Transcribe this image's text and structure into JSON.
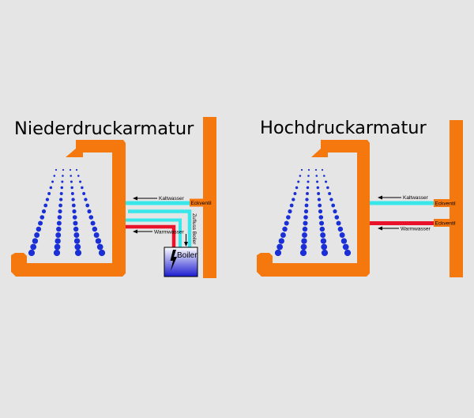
{
  "colors": {
    "background": "#e5e5e5",
    "fixture": "#f5780f",
    "cold_water": "#39e6ea",
    "warm_water": "#e8132a",
    "water_drops": "#1a2fd6",
    "boiler_top": "#ffffff",
    "boiler_bottom": "#1b1bd0"
  },
  "left_panel": {
    "title": "Niederdruckarmatur",
    "cold_label": "Kaltwasser",
    "warm_label": "Warmwasser",
    "valve_label": "Eckventil",
    "supply_label": "Zufluss Boiler",
    "boiler_label": "Boiler",
    "boiler_icon": "lightning-bolt-icon"
  },
  "right_panel": {
    "title": "Hochdruckarmatur",
    "cold_label": "Kaltwasser",
    "warm_label": "Warmwasser",
    "valve_label_cold": "Eckventil",
    "valve_label_warm": "Eckventil"
  }
}
